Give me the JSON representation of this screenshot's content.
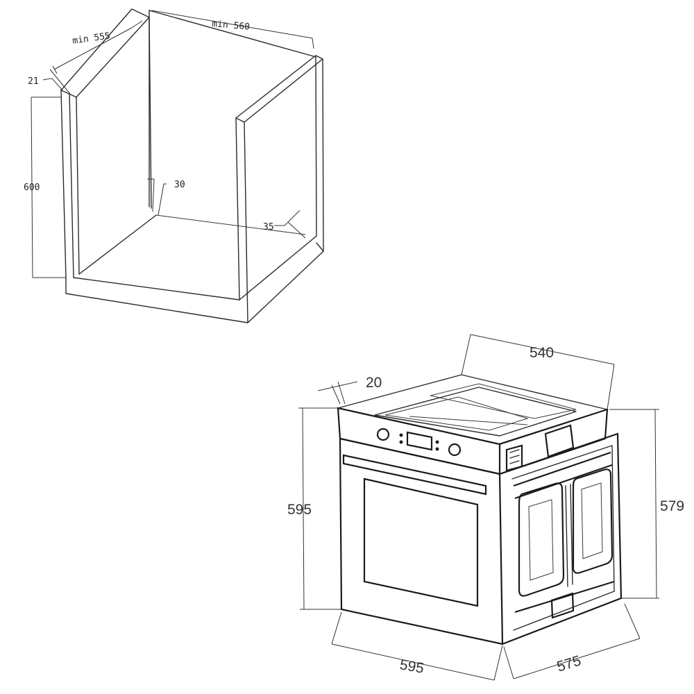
{
  "cabinet": {
    "depth_min": "min 555",
    "width_min": "min 560",
    "side_thickness": "21",
    "height": "600",
    "vent_30": "30",
    "vent_35": "35"
  },
  "oven": {
    "depth_540": "540",
    "panel_20": "20",
    "front_height": "595",
    "body_height": "579",
    "front_width": "595",
    "body_depth": "575"
  }
}
